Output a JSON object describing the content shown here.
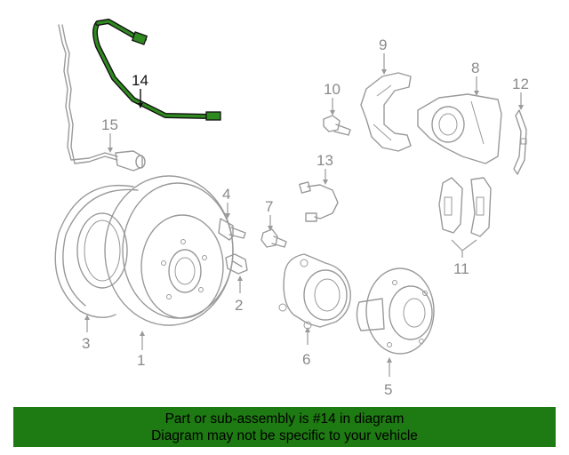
{
  "callouts": {
    "c1": "1",
    "c2": "2",
    "c3": "3",
    "c4": "4",
    "c5": "5",
    "c6": "6",
    "c7": "7",
    "c8": "8",
    "c9": "9",
    "c10": "10",
    "c11": "11",
    "c12": "12",
    "c13": "13",
    "c14": "14",
    "c15": "15"
  },
  "highlight": {
    "part": "14",
    "color": "#1e7a12"
  },
  "banner": {
    "line1": "Part or sub-assembly is #14 in diagram",
    "line2": "Diagram may not be specific to your vehicle",
    "background": "#1e7a12"
  }
}
